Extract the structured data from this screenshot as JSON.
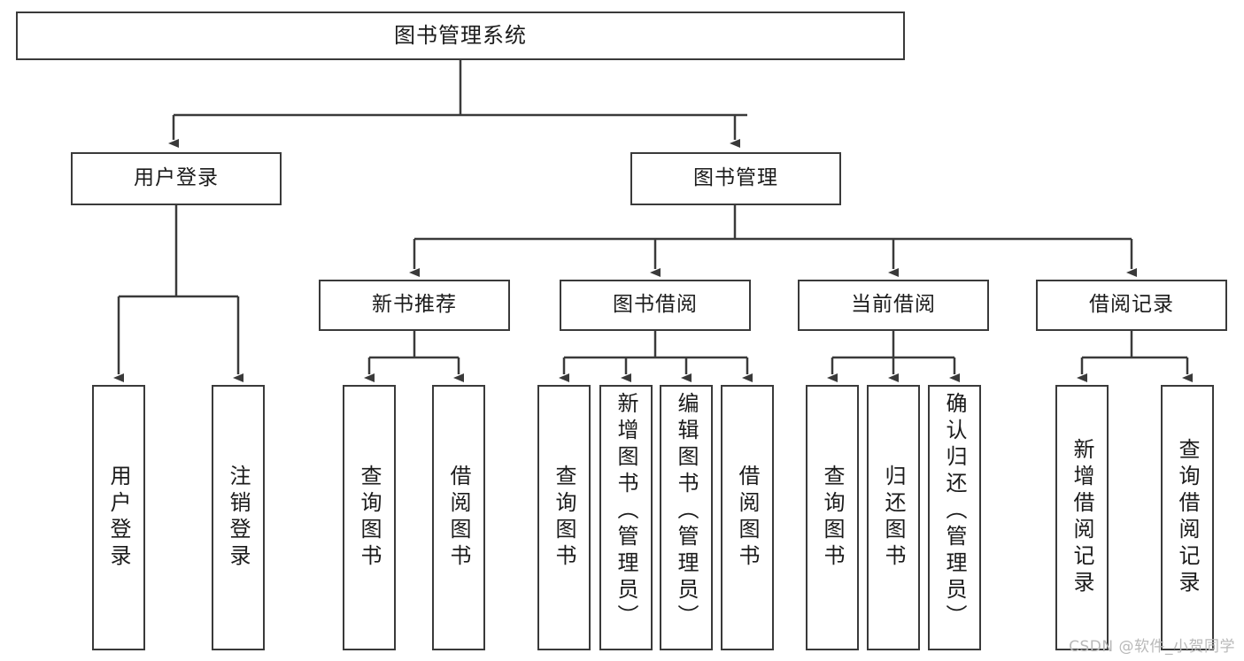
{
  "diagram": {
    "title": "图书管理系统",
    "type": "hierarchy-tree",
    "watermark": "CSDN @软件_小贺同学",
    "stroke_color": "#3a3a3a",
    "fill_color": "#ffffff",
    "background_color": "#ffffff",
    "text_color": "#1b1b1b",
    "levels": 4
  },
  "nodes": {
    "root": {
      "label": "图书管理系统"
    },
    "level1": [
      {
        "label": "用户登录"
      },
      {
        "label": "图书管理"
      }
    ],
    "level2": [
      {
        "label": "新书推荐"
      },
      {
        "label": "图书借阅"
      },
      {
        "label": "当前借阅"
      },
      {
        "label": "借阅记录"
      }
    ],
    "leaves": {
      "user_login": [
        {
          "label": "用户登录"
        },
        {
          "label": "注销登录"
        }
      ],
      "new_book_recommend": [
        {
          "label": "查询图书"
        },
        {
          "label": "借阅图书"
        }
      ],
      "book_borrow": [
        {
          "label": "查询图书"
        },
        {
          "label": "新增图书（管理员）"
        },
        {
          "label": "编辑图书（管理员）"
        },
        {
          "label": "借阅图书"
        }
      ],
      "current_borrow": [
        {
          "label": "查询图书"
        },
        {
          "label": "归还图书"
        },
        {
          "label": "确认归还（管理员）"
        }
      ],
      "borrow_record": [
        {
          "label": "新增借阅记录"
        },
        {
          "label": "查询借阅记录"
        }
      ]
    }
  },
  "chart_data": {
    "type": "table",
    "title": "图书管理系统",
    "tree": [
      {
        "name": "图书管理系统",
        "children": [
          {
            "name": "用户登录",
            "children": [
              {
                "name": "用户登录"
              },
              {
                "name": "注销登录"
              }
            ]
          },
          {
            "name": "图书管理",
            "children": [
              {
                "name": "新书推荐",
                "children": [
                  {
                    "name": "查询图书"
                  },
                  {
                    "name": "借阅图书"
                  }
                ]
              },
              {
                "name": "图书借阅",
                "children": [
                  {
                    "name": "查询图书"
                  },
                  {
                    "name": "新增图书（管理员）"
                  },
                  {
                    "name": "编辑图书（管理员）"
                  },
                  {
                    "name": "借阅图书"
                  }
                ]
              },
              {
                "name": "当前借阅",
                "children": [
                  {
                    "name": "查询图书"
                  },
                  {
                    "name": "归还图书"
                  },
                  {
                    "name": "确认归还（管理员）"
                  }
                ]
              },
              {
                "name": "借阅记录",
                "children": [
                  {
                    "name": "新增借阅记录"
                  },
                  {
                    "name": "查询借阅记录"
                  }
                ]
              }
            ]
          }
        ]
      }
    ]
  }
}
